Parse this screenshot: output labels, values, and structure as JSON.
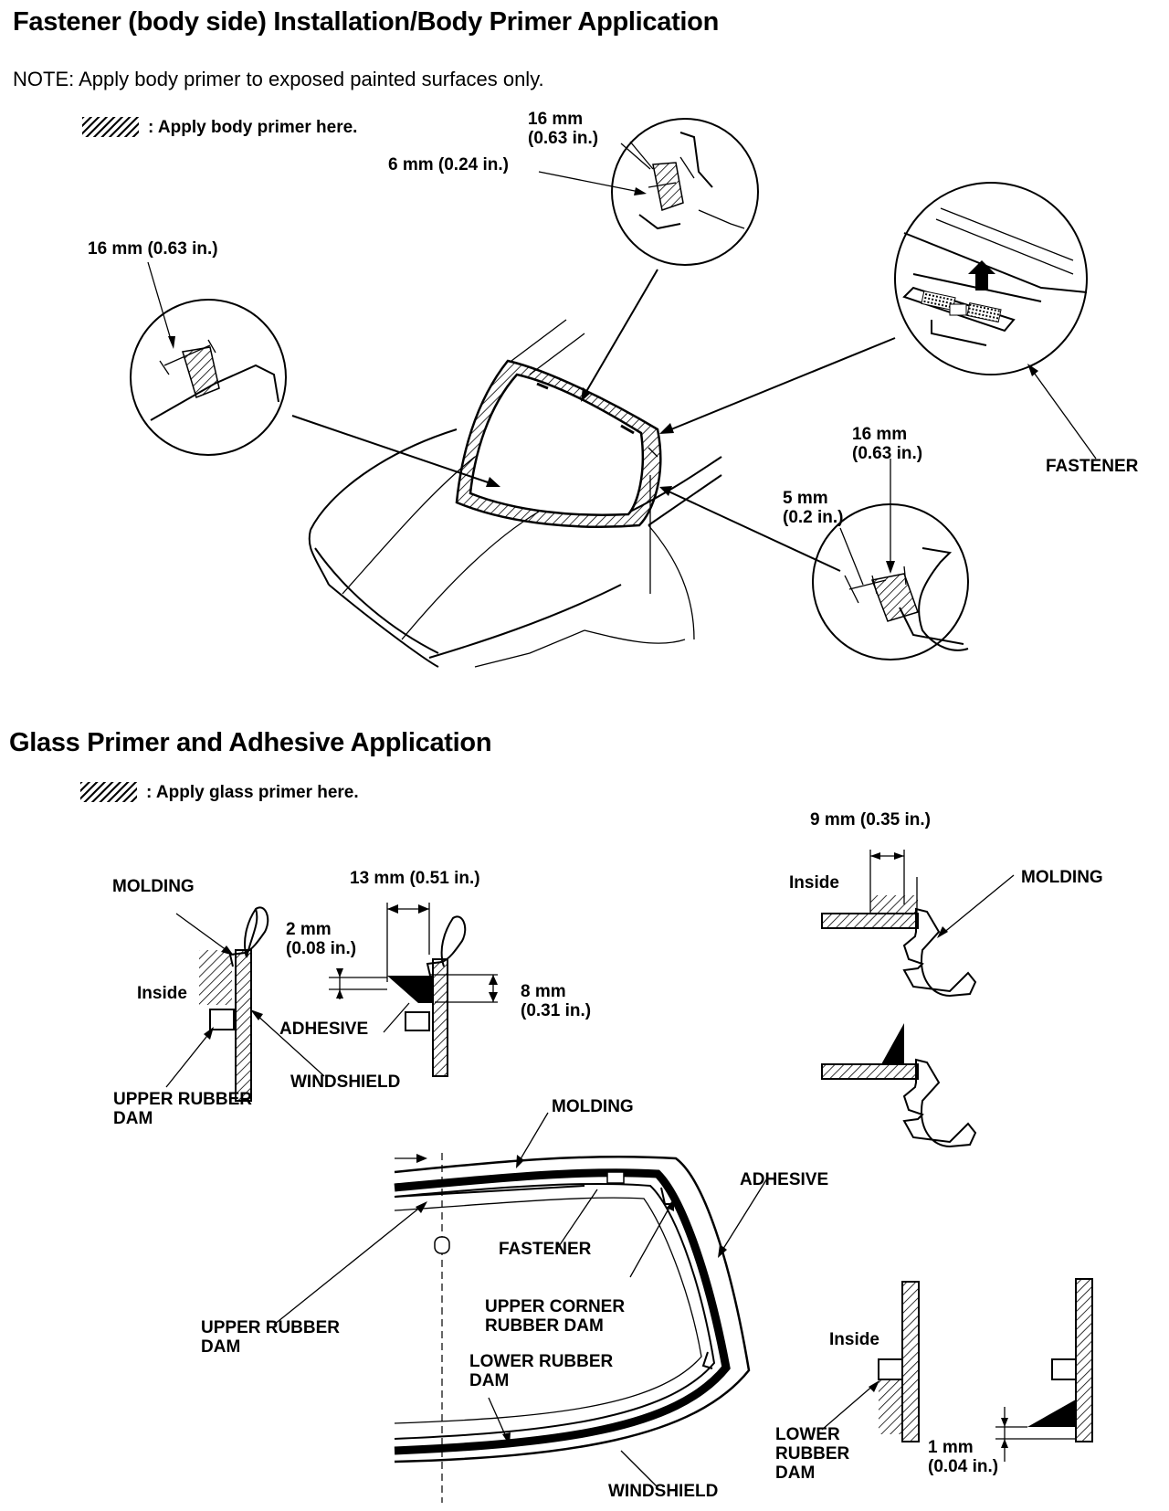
{
  "section1": {
    "title": "Fastener (body side) Installation/Body Primer Application",
    "note": "NOTE: Apply body primer to exposed painted surfaces only.",
    "legend": ": Apply body primer here.",
    "labels": {
      "d1": "16 mm",
      "d1_in": "(0.63 in.)",
      "d2": "6 mm (0.24 in.)",
      "d3": "16 mm (0.63 in.)",
      "d4": "16 mm",
      "d4_in": "(0.63 in.)",
      "d5": "5 mm",
      "d5_in": "(0.2 in.)",
      "fastener": "FASTENER"
    }
  },
  "section2": {
    "title": "Glass Primer and Adhesive Application",
    "legend": ": Apply glass primer here.",
    "labels": {
      "molding_a": "MOLDING",
      "inside_a": "Inside",
      "upper_dam_a_1": "UPPER RUBBER",
      "upper_dam_a_2": "DAM",
      "windshield_a": "WINDSHIELD",
      "adhesive_a": "ADHESIVE",
      "d_13": "13 mm (0.51 in.)",
      "d_2": "2 mm",
      "d_2_in": "(0.08 in.)",
      "d_8": "8 mm",
      "d_8_in": "(0.31 in.)",
      "d_9": "9 mm (0.35 in.)",
      "inside_b": "Inside",
      "molding_b": "MOLDING",
      "molding_c": "MOLDING",
      "adhesive_c": "ADHESIVE",
      "fastener_c": "FASTENER",
      "upper_corner_1": "UPPER CORNER",
      "upper_corner_2": "RUBBER DAM",
      "upper_dam_c_1": "UPPER RUBBER",
      "upper_dam_c_2": "DAM",
      "lower_dam_c_1": "LOWER RUBBER",
      "lower_dam_c_2": "DAM",
      "windshield_c": "WINDSHIELD",
      "inside_d": "Inside",
      "lower_dam_d_1": "LOWER",
      "lower_dam_d_2": "RUBBER",
      "lower_dam_d_3": "DAM",
      "d_1": "1 mm",
      "d_1_in": "(0.04 in.)"
    }
  }
}
